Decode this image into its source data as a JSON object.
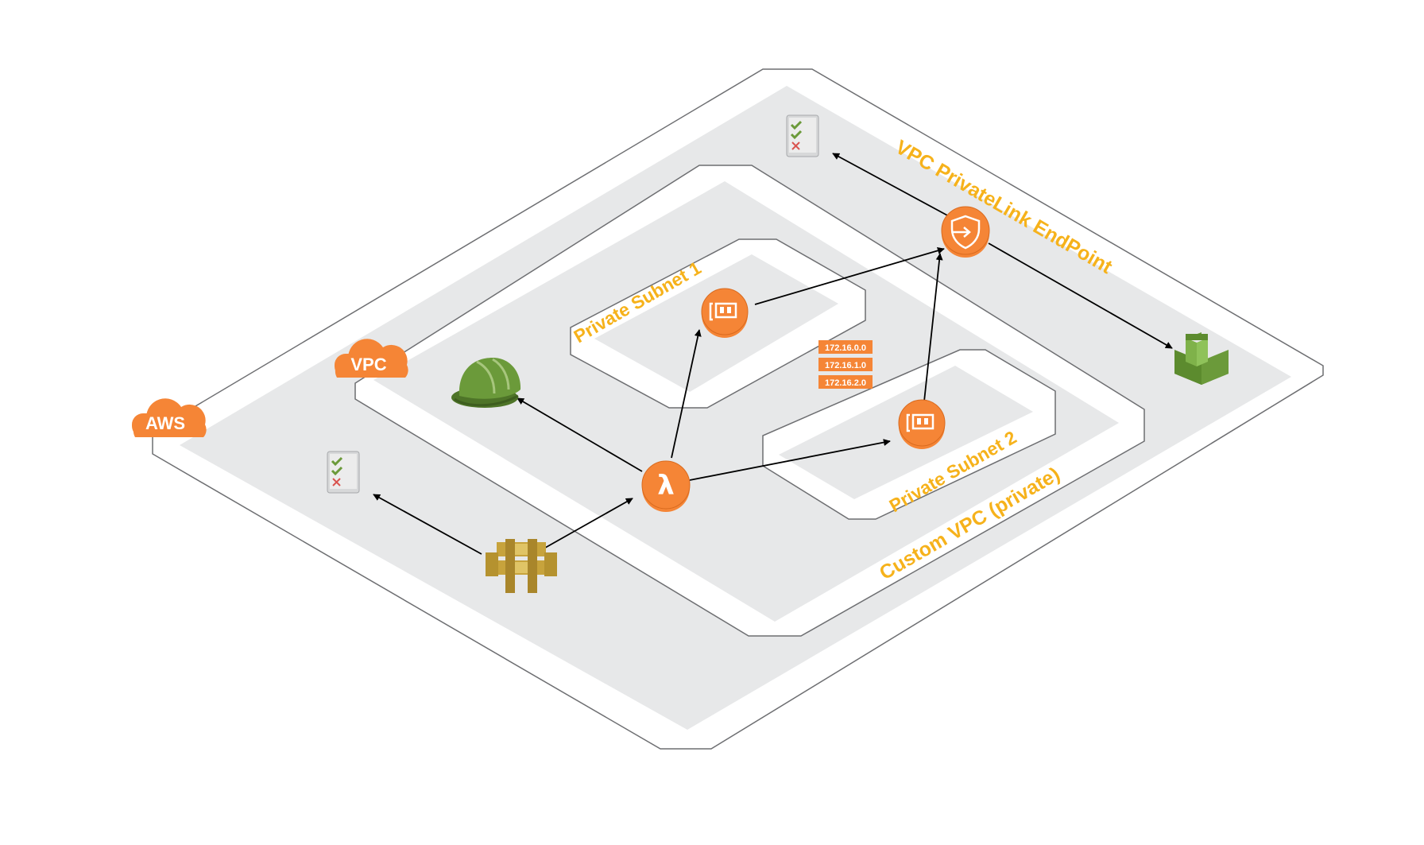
{
  "diagram": {
    "labels": {
      "endpoint_zone": "VPC PrivateLink EndPoint",
      "custom_vpc": "Custom VPC (private)",
      "subnet_1": "Private Subnet 1",
      "subnet_2": "Private Subnet 2",
      "aws_badge": "AWS",
      "vpc_badge": "VPC",
      "lambda_symbol": "λ"
    },
    "route_table": [
      "172.16.0.0",
      "172.16.1.0",
      "172.16.2.0"
    ],
    "nodes": [
      {
        "id": "checklist-top",
        "icon": "checklist-icon"
      },
      {
        "id": "checklist-bottom",
        "icon": "checklist-icon"
      },
      {
        "id": "privatelink-endpoint",
        "icon": "shield-arrow-icon"
      },
      {
        "id": "eni-1",
        "icon": "network-interface-icon"
      },
      {
        "id": "eni-2",
        "icon": "network-interface-icon"
      },
      {
        "id": "lambda",
        "icon": "lambda-icon"
      },
      {
        "id": "helmet",
        "icon": "hard-hat-icon"
      },
      {
        "id": "api-gateway",
        "icon": "api-gateway-icon"
      },
      {
        "id": "service",
        "icon": "service-building-icon"
      }
    ],
    "edges": [
      {
        "from": "api-gateway",
        "to": "checklist-bottom"
      },
      {
        "from": "api-gateway",
        "to": "lambda"
      },
      {
        "from": "lambda",
        "to": "helmet"
      },
      {
        "from": "lambda",
        "to": "eni-1"
      },
      {
        "from": "lambda",
        "to": "eni-2"
      },
      {
        "from": "eni-1",
        "to": "privatelink-endpoint"
      },
      {
        "from": "eni-2",
        "to": "privatelink-endpoint"
      },
      {
        "from": "privatelink-endpoint",
        "to": "checklist-top"
      },
      {
        "from": "privatelink-endpoint",
        "to": "service"
      }
    ],
    "colors": {
      "orange": "#f58536",
      "label": "#f6b21b",
      "zone_fill": "#e7e8e9",
      "border": "#6d6e71",
      "green": "#6b9a3a",
      "api_gold": "#c7a33c"
    }
  }
}
